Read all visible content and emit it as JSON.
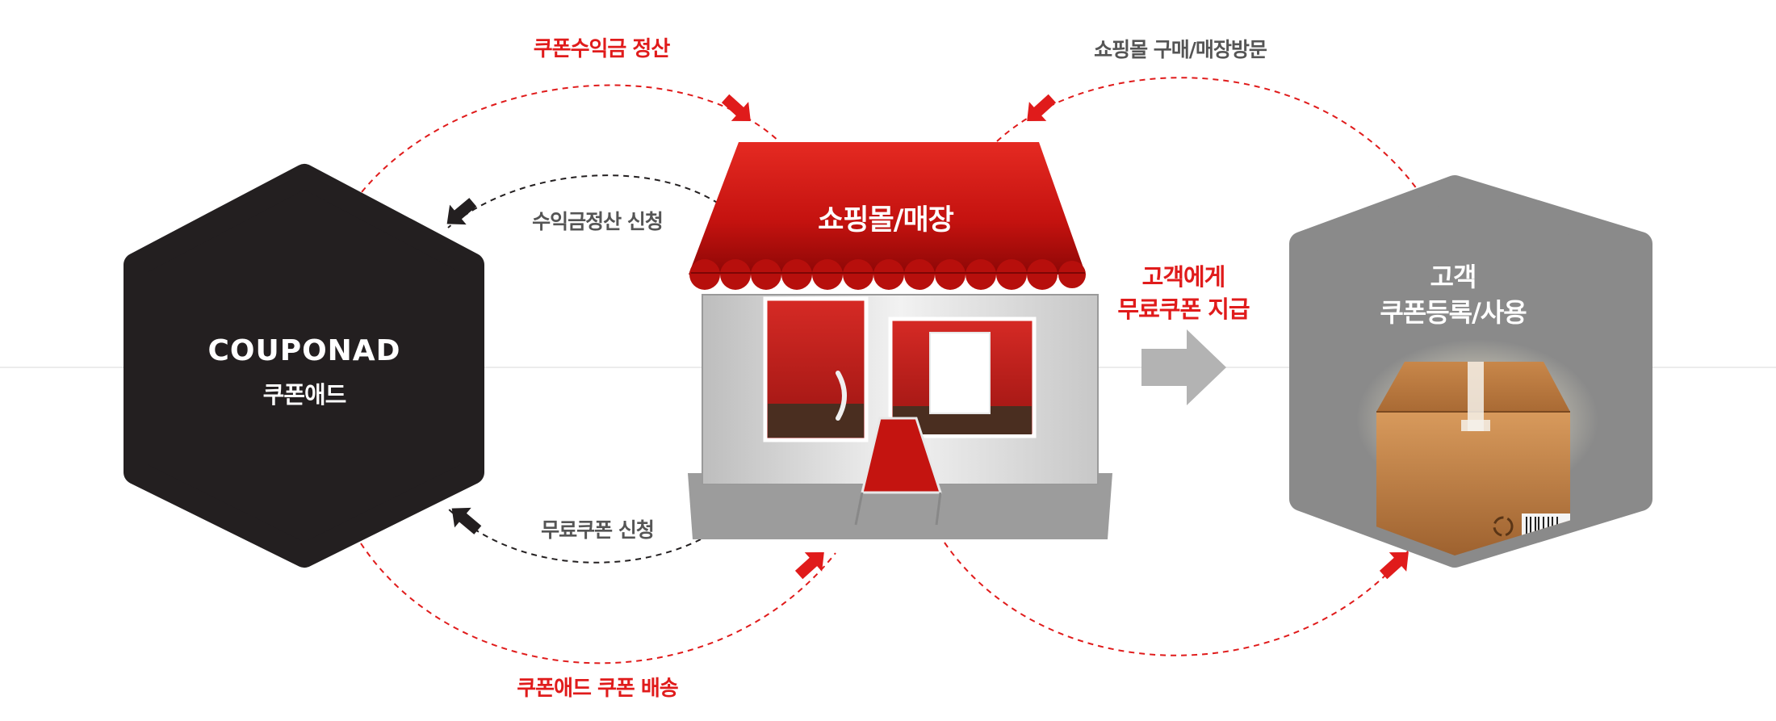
{
  "colors": {
    "accent_red": "#e01b1b",
    "hex_dark": "#231f20",
    "hex_gray": "#8a8a8a",
    "arrow_gray": "#b3b3b3",
    "store_awning": "#c4120f"
  },
  "nodes": {
    "couponad": {
      "brand": "COUPONAD",
      "name": "쿠폰애드"
    },
    "store": {
      "name": "쇼핑몰/매장"
    },
    "customer": {
      "line1": "고객",
      "line2": "쿠폰등록/사용"
    }
  },
  "flows": {
    "settlement": "쿠폰수익금 정산",
    "purchase_visit": "쇼핑몰 구매/매장방문",
    "settlement_request": "수익금정산 신청",
    "free_coupon_request": "무료쿠폰 신청",
    "coupon_delivery": "쿠폰애드 쿠폰 배송",
    "give_customer_line1": "고객에게",
    "give_customer_line2": "무료쿠폰 지급"
  },
  "icons": {
    "store": "storefront-icon",
    "box": "cardboard-box-icon",
    "right_arrow": "right-arrow-icon",
    "recycle": "recycle-icon"
  }
}
